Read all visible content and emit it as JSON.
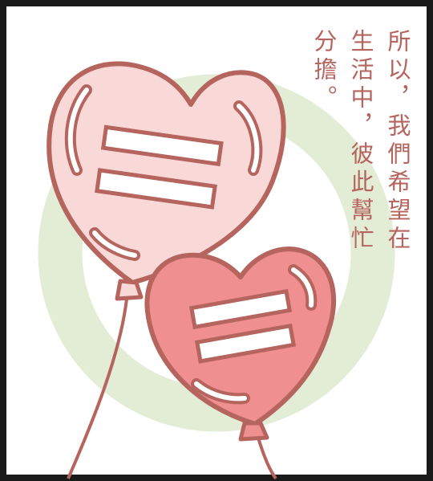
{
  "caption": {
    "lines": [
      "所以，我們希望在",
      "生活中，彼此幫忙",
      "分擔。"
    ]
  },
  "colors": {
    "frame": "#1a1a1a",
    "outline": "#b5645e",
    "ring": "#e3ecd5",
    "balloon_light": "#f9d8d8",
    "balloon_dark": "#f08f8f",
    "highlight": "#ffffff",
    "text": "#b5645e"
  },
  "icons": [
    "heart-balloon-icon",
    "heart-balloon-icon"
  ]
}
